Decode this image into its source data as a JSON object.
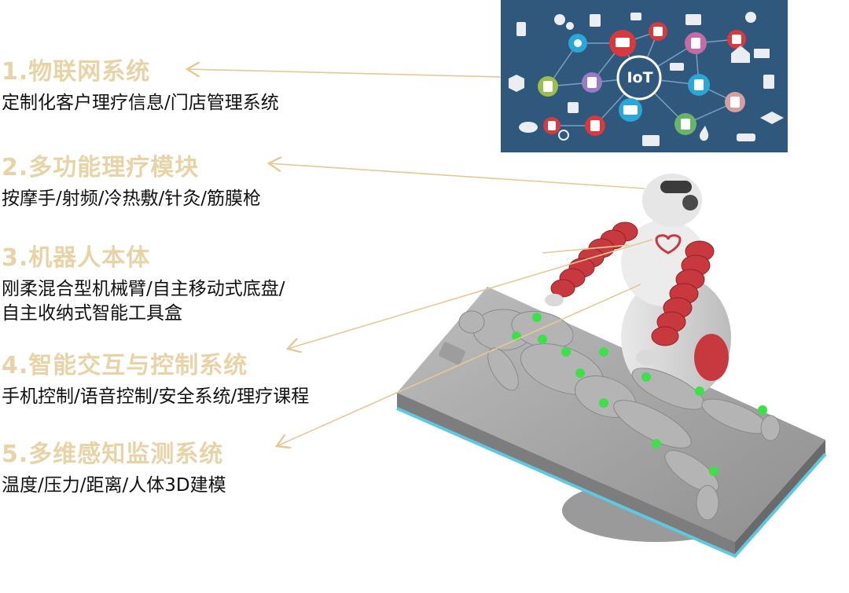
{
  "features": [
    {
      "title": "1.物联网系统",
      "desc": "定制化客户理疗信息/门店管理系统"
    },
    {
      "title": "2.多功能理疗模块",
      "desc": "按摩手/射频/冷热敷/针灸/筋膜枪"
    },
    {
      "title": "3.机器人本体",
      "desc": [
        "刚柔混合型机械臂/自主移动式底盘/",
        "自主收纳式智能工具盒"
      ]
    },
    {
      "title": "4.智能交互与控制系统",
      "desc": "手机控制/语音控制/安全系统/理疗课程"
    },
    {
      "title": "5.多维感知监测系统",
      "desc": "温度/压力/距离/人体3D建模"
    }
  ],
  "iot_panel": {
    "center_label": "IoT"
  },
  "colors": {
    "title_gold": "#e8d3a6",
    "desc_text": "#111111",
    "iot_bg": "#2f587c",
    "robot_arm_red": "#c8393f",
    "sensor_green": "#3de04a",
    "table_edge_cyan": "#5ec8e0"
  }
}
